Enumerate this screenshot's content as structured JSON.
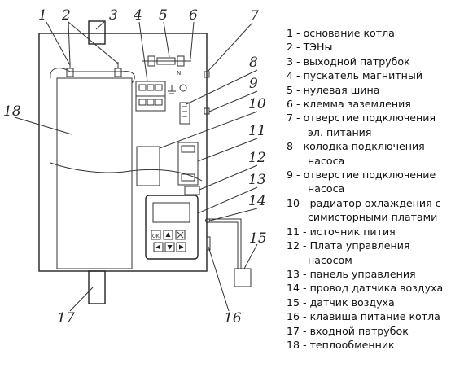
{
  "callouts": [
    "1",
    "2",
    "3",
    "4",
    "5",
    "6",
    "7",
    "8",
    "9",
    "10",
    "11",
    "12",
    "13",
    "14",
    "15",
    "16",
    "17",
    "18"
  ],
  "panel": {
    "ok_label": "OK"
  },
  "legend": [
    {
      "line1": "1 - основание котла"
    },
    {
      "line1": "2 - ТЭНы"
    },
    {
      "line1": "3 - выходной патрубок"
    },
    {
      "line1": "4 - пускатель магнитный"
    },
    {
      "line1": "5 - нулевая шина"
    },
    {
      "line1": "6 - клемма заземления"
    },
    {
      "line1": "7 - отверстие подключения",
      "line2": "эл. питания"
    },
    {
      "line1": "8 - колодка подключения",
      "line2": "насоса"
    },
    {
      "line1": "9 - отверстие подключение",
      "line2": "насоса"
    },
    {
      "line1": "10 - радиатор охлаждения с",
      "line2": "симисторными платами"
    },
    {
      "line1": "11 - источник пития"
    },
    {
      "line1": "12 - Плата управления",
      "line2": "насосом"
    },
    {
      "line1": "13 - панель управления"
    },
    {
      "line1": "14 - провод датчика воздуха"
    },
    {
      "line1": "15 - датчик воздуха"
    },
    {
      "line1": "16 - клавиша питание котла"
    },
    {
      "line1": "17 - входной патрубок"
    },
    {
      "line1": "18 - теплообменник"
    }
  ]
}
